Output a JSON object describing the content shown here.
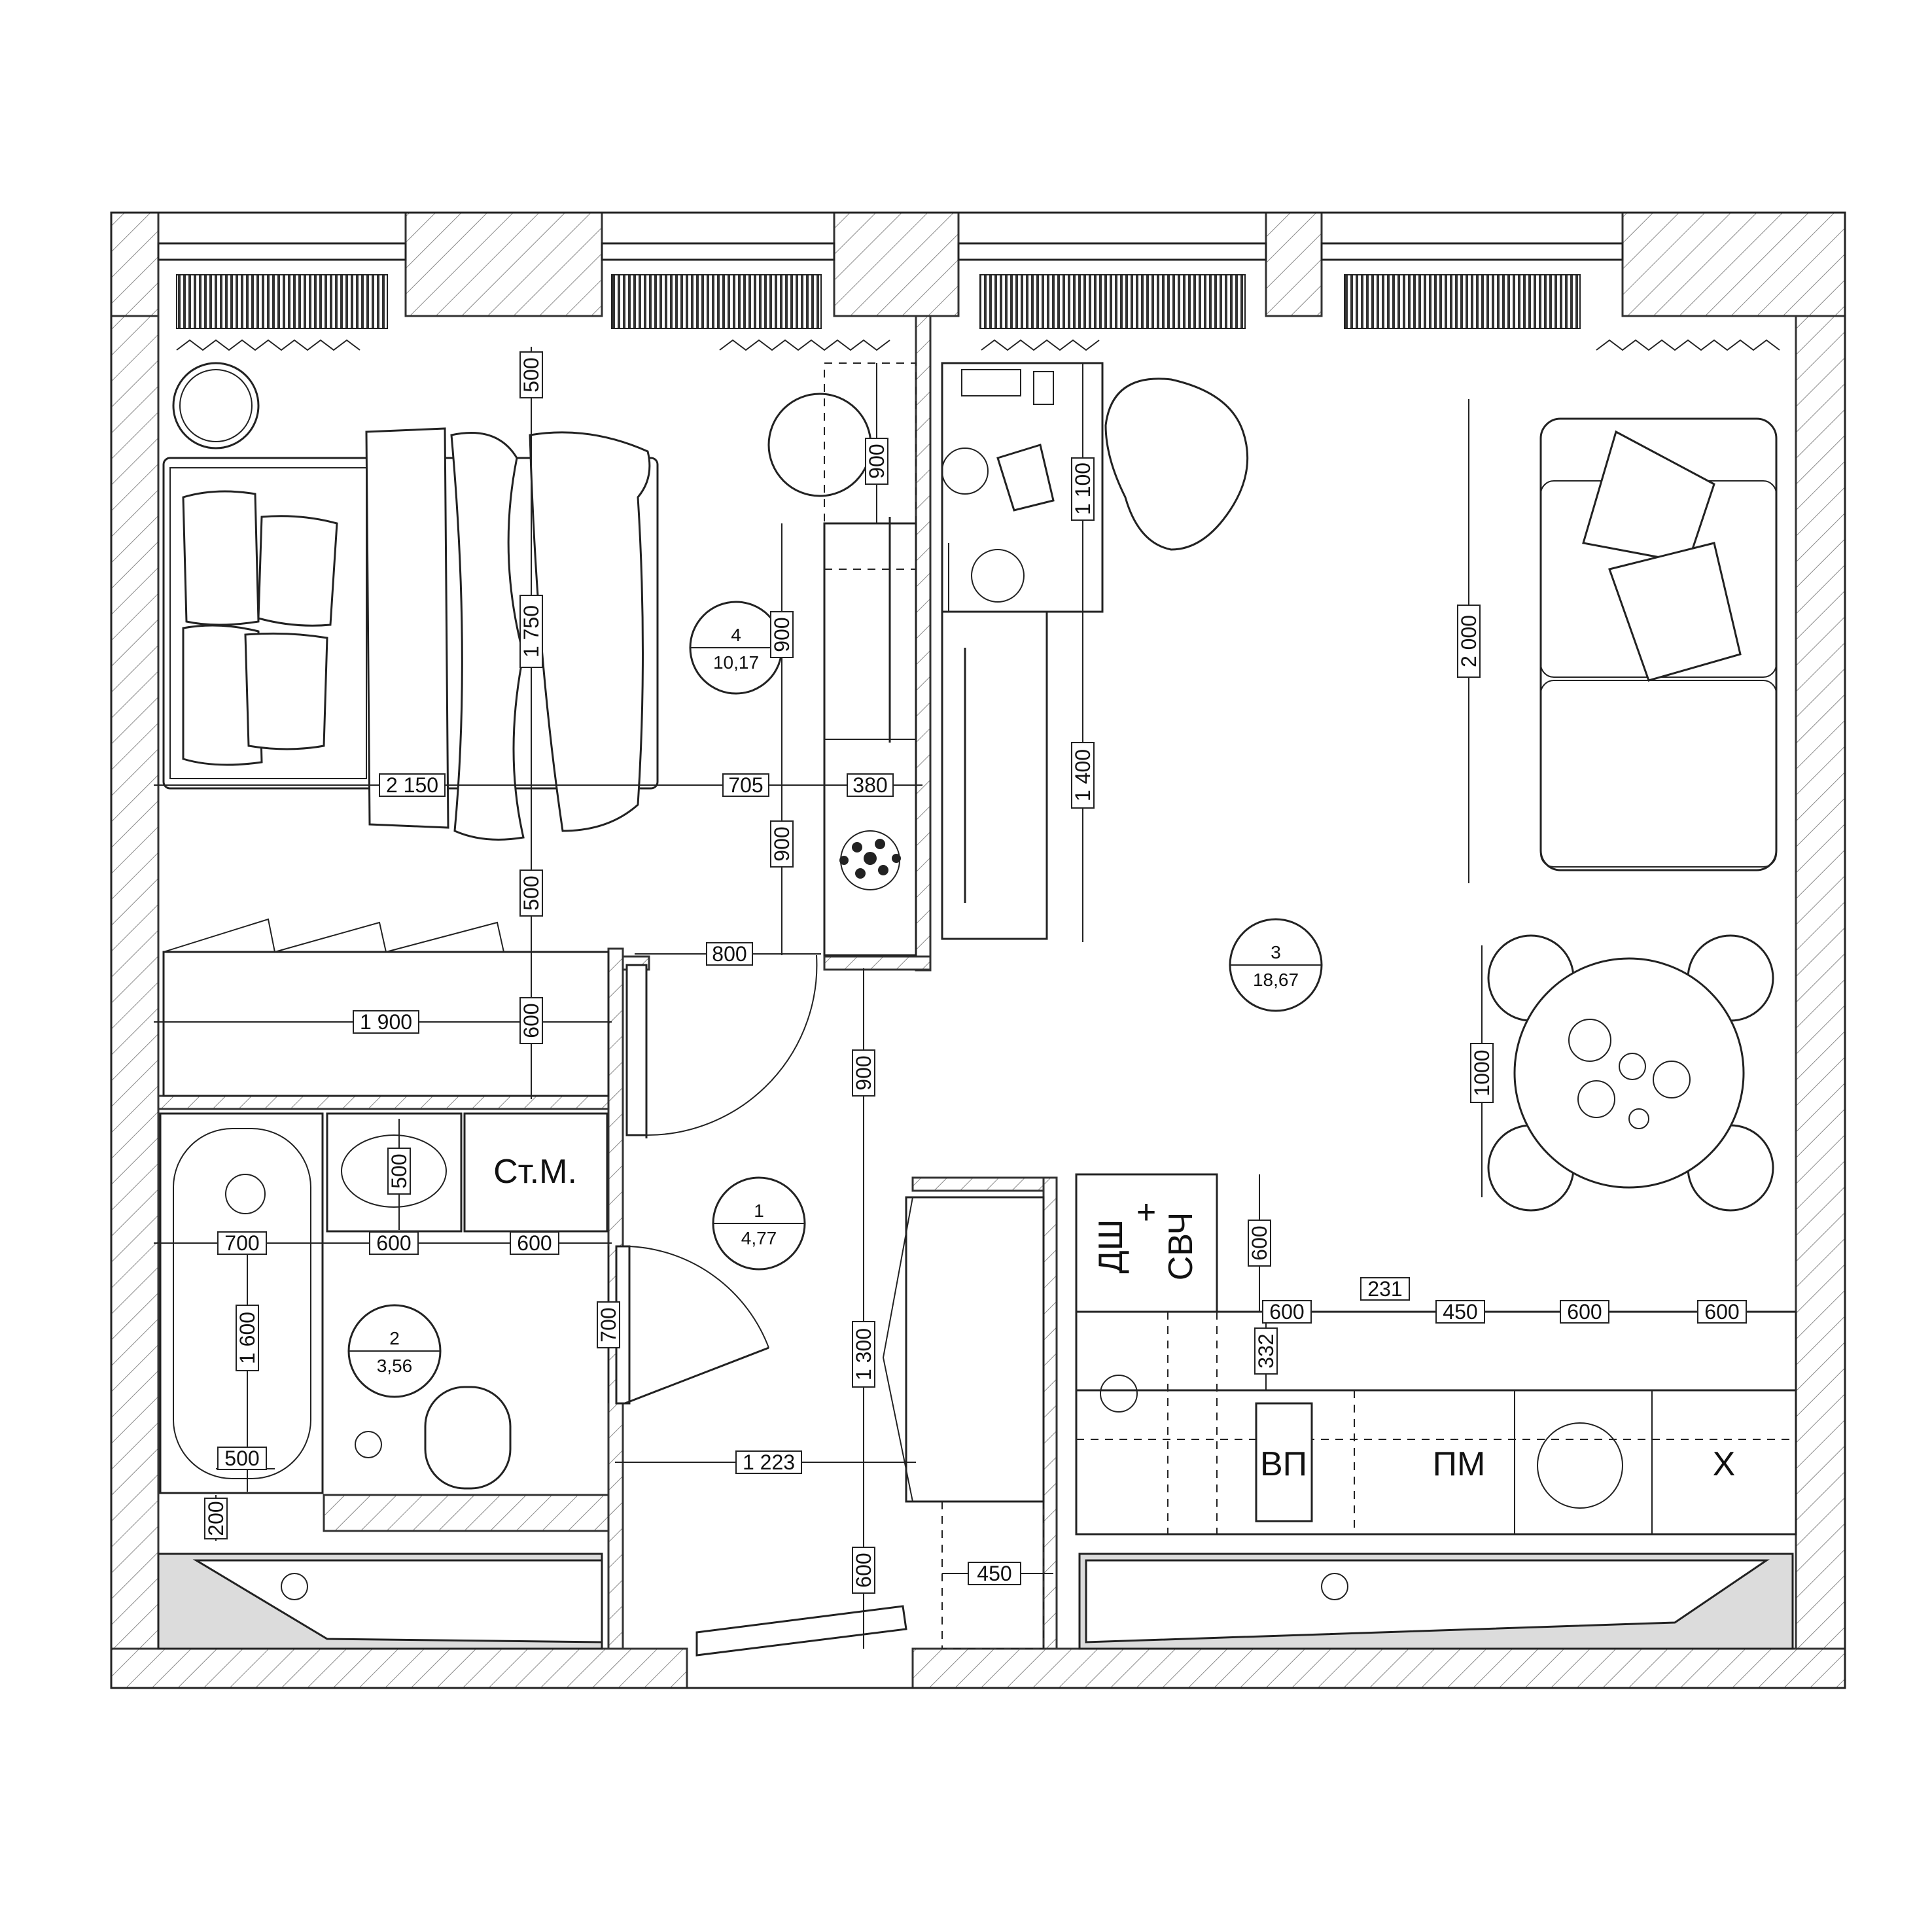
{
  "rooms": [
    {
      "number": "1",
      "area": "4,77"
    },
    {
      "number": "2",
      "area": "3,56"
    },
    {
      "number": "3",
      "area": "18,67"
    },
    {
      "number": "4",
      "area": "10,17"
    }
  ],
  "labels": {
    "washing_machine": "Ст.М.",
    "dishwasher": "ДШ",
    "plus": "+",
    "microwave": "СВЧ",
    "built_in_oven": "ВП",
    "dishwasher_pm": "ПМ",
    "fridge": "Х"
  },
  "dims": {
    "bed_top_gap": "500",
    "bed_length": "1 750",
    "bed_bottom_gap": "500",
    "dresser_depth": "600",
    "bed_width": "2 150",
    "bed_side_gap": "705",
    "wardrobe_depth": "380",
    "wardrobe_upper": "900",
    "wardrobe_middle": "900",
    "wardrobe_lower": "900",
    "bedroom_door": "800",
    "dresser_width": "1 900",
    "desk_length": "1 100",
    "tv_wall_length": "1 400",
    "sofa_length": "2 000",
    "table_size": "1000",
    "hall_upper": "900",
    "hall_middle": "1 300",
    "hall_lower": "600",
    "hall_width": "1 223",
    "closet_depth": "450",
    "bath_width": "700",
    "bath_length": "1 600",
    "bath_bottom": "500",
    "bath_gap": "200",
    "sink_depth": "500",
    "sink_width": "600",
    "washer_width": "600",
    "bathroom_door": "700",
    "tall_unit_depth": "600",
    "kitchen_332": "332",
    "kitchen_600_a": "600",
    "kitchen_231": "231",
    "kitchen_450": "450",
    "kitchen_600_b": "600",
    "kitchen_600_c": "600"
  },
  "colors": {
    "line": "#222222",
    "background": "#ffffff",
    "fill_gray": "#dcdcdc"
  }
}
